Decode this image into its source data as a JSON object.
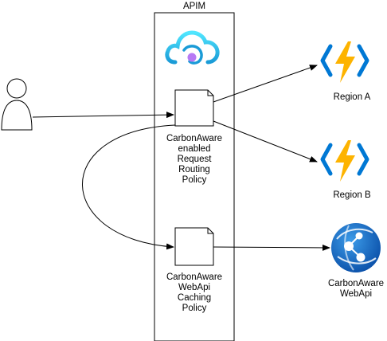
{
  "apim": {
    "label": "APIM"
  },
  "policies": [
    {
      "lines": [
        "CarbonAware",
        "enabled",
        "Request",
        "Routing",
        "Policy"
      ]
    },
    {
      "lines": [
        "CarbonAware",
        "WebApi",
        "Caching",
        "Policy"
      ]
    }
  ],
  "regions": [
    {
      "label": "Region A",
      "icon": "azure-function-icon"
    },
    {
      "label": "Region B",
      "icon": "azure-function-icon"
    }
  ],
  "webapi": {
    "lines": [
      "CarbonAware",
      "WebApi"
    ],
    "icon": "azure-web-app-icon"
  },
  "icons": {
    "apim": "api-management-cloud-icon",
    "user": "user-icon",
    "document": "document-icon"
  },
  "colors": {
    "function_bolt": "#FDB300",
    "function_brackets": "#0078D4",
    "cloud": "#32BFE8",
    "webapp": "#0A6BC8",
    "apim_dot": "#B77AF4"
  }
}
